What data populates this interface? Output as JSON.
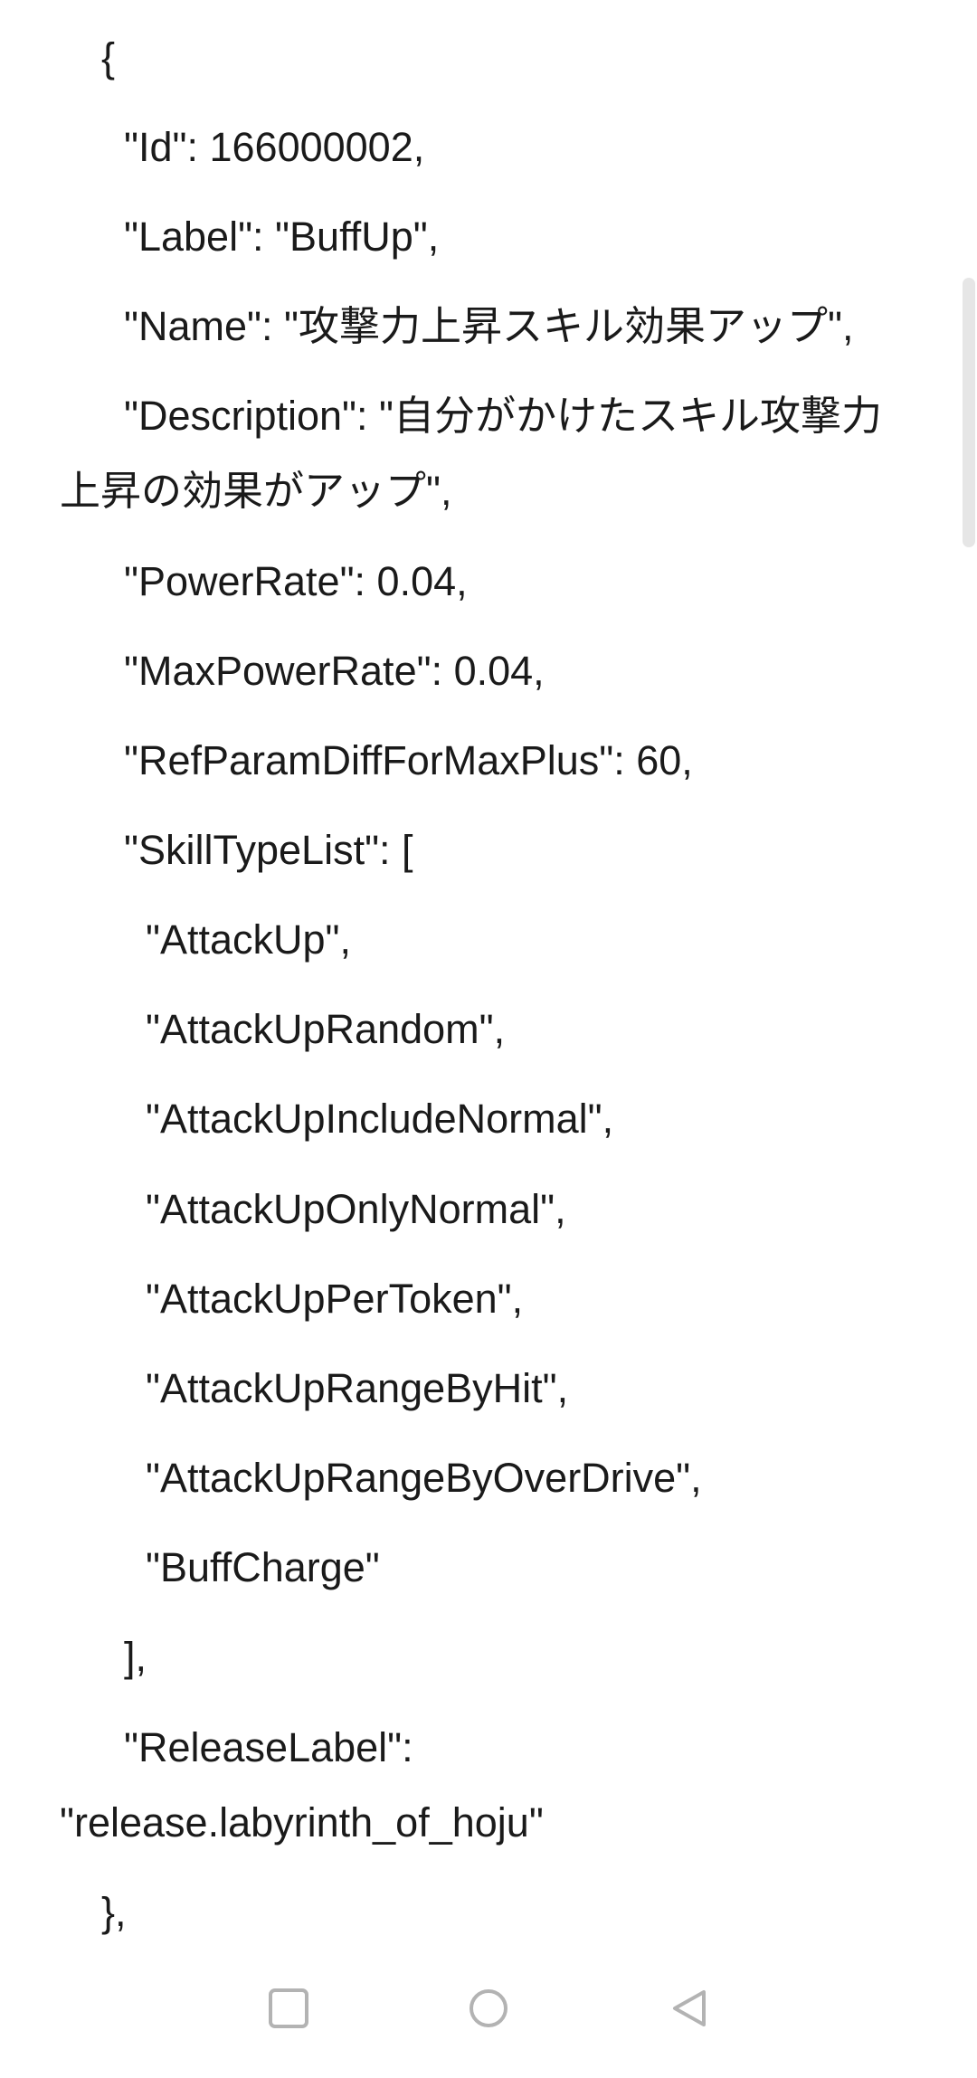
{
  "document": {
    "lines": [
      "{",
      "\"Id\": 166000002,",
      "\"Label\": \"BuffUp\",",
      "\"Name\": \"攻撃力上昇スキル効果アップ\",",
      "\"Description\": \"自分がかけたスキル攻撃力",
      "上昇の効果がアップ\",",
      "\"PowerRate\": 0.04,",
      "\"MaxPowerRate\": 0.04,",
      "\"RefParamDiffForMaxPlus\": 60,",
      "\"SkillTypeList\": [",
      "\"AttackUp\",",
      "\"AttackUpRandom\",",
      "\"AttackUpIncludeNormal\",",
      "\"AttackUpOnlyNormal\",",
      "\"AttackUpPerToken\",",
      "\"AttackUpRangeByHit\",",
      "\"AttackUpRangeByOverDrive\",",
      "\"BuffCharge\"",
      "],",
      "\"ReleaseLabel\":",
      "\"release.labyrinth_of_hoju\"",
      "},"
    ]
  },
  "navbar": {
    "recents_icon": "square-icon",
    "home_icon": "circle-icon",
    "back_icon": "triangle-back-icon"
  }
}
